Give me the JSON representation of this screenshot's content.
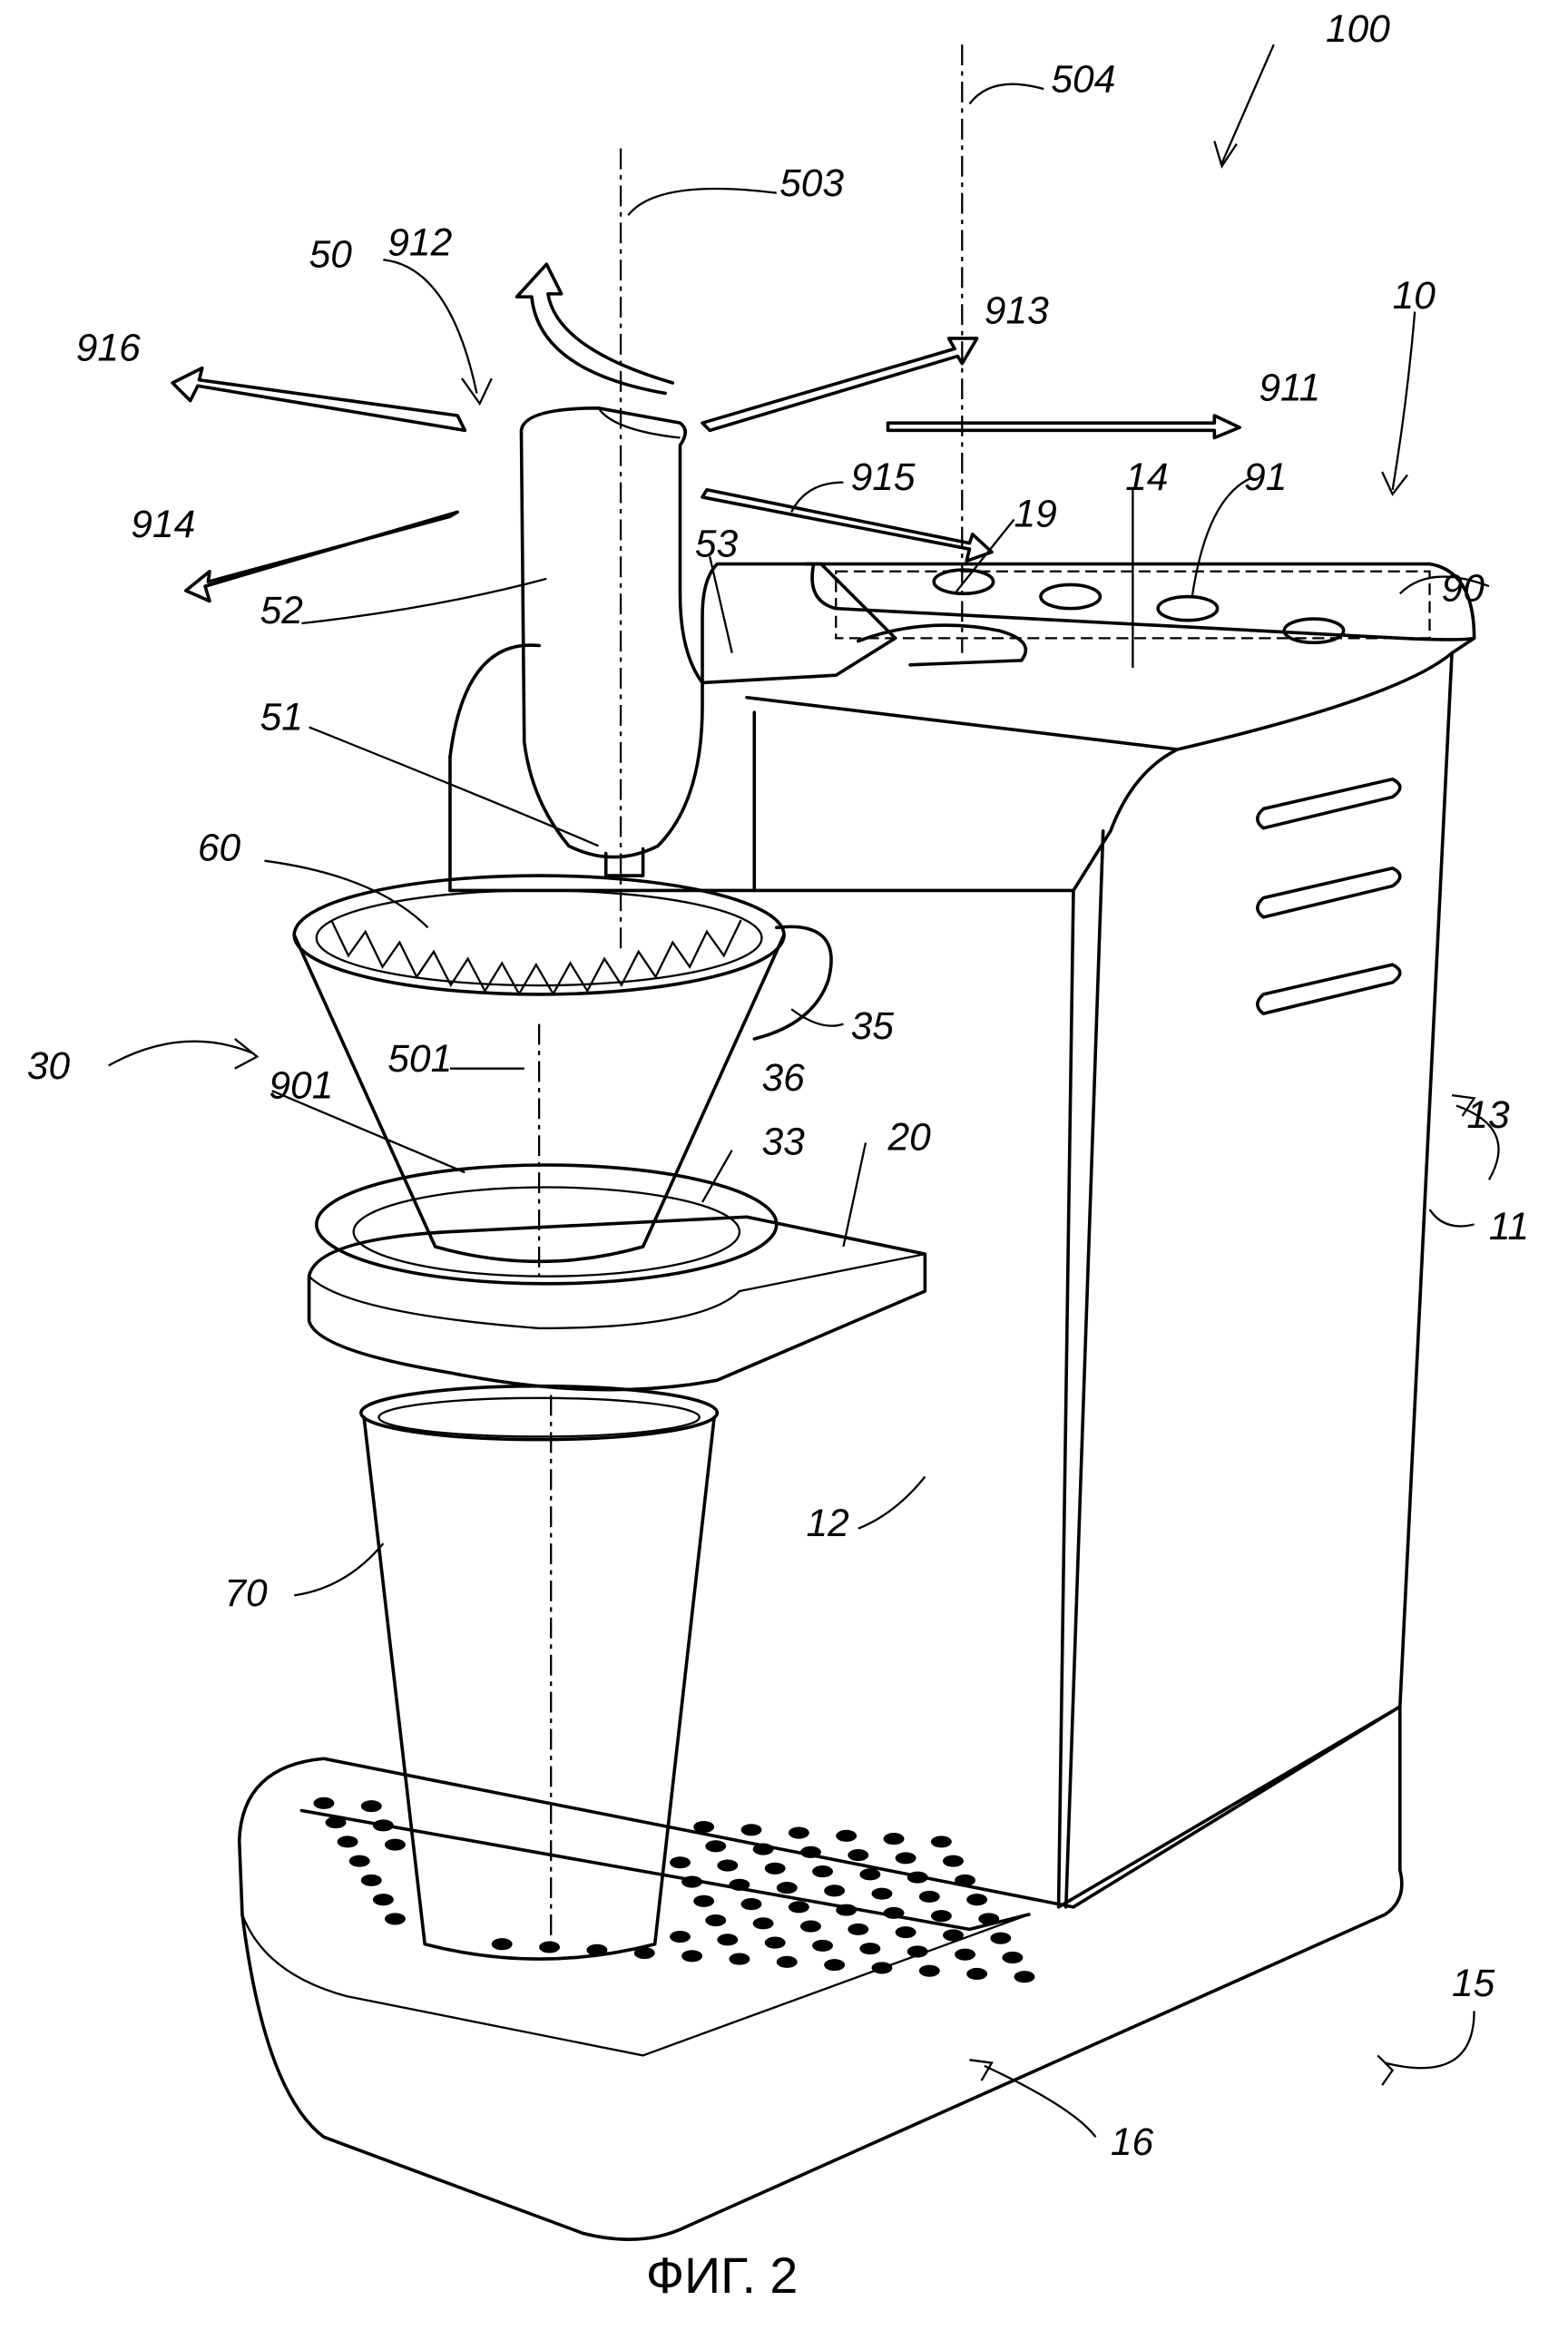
{
  "figure": {
    "caption": "ФИГ. 2",
    "labels": {
      "l100": "100",
      "l504": "504",
      "l503": "503",
      "l912": "912",
      "l50": "50",
      "l913": "913",
      "l10": "10",
      "l916": "916",
      "l911": "911",
      "l915": "915",
      "l91": "91",
      "l14": "14",
      "l19": "19",
      "l53": "53",
      "l914": "914",
      "l90": "90",
      "l52": "52",
      "l51": "51",
      "l60": "60",
      "l35": "35",
      "l30": "30",
      "l501": "501",
      "l36": "36",
      "l901": "901",
      "l33": "33",
      "l20": "20",
      "l13": "13",
      "l11": "11",
      "l12": "12",
      "l70": "70",
      "l15": "15",
      "l16": "16"
    }
  }
}
